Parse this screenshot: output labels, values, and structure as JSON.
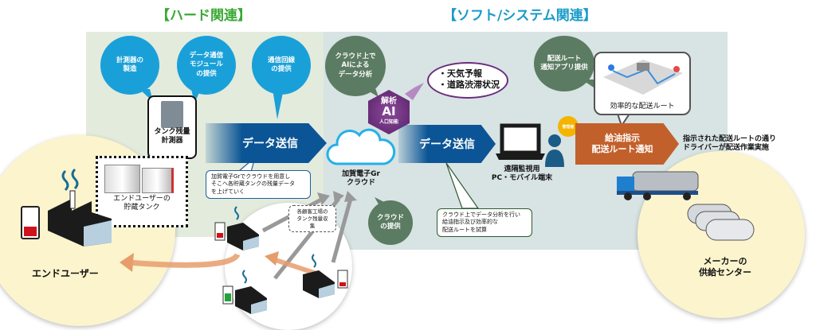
{
  "headings": {
    "hard": "【ハード関連】",
    "soft": "【ソフト/システム関連】"
  },
  "colors": {
    "hard_heading": "#3aa935",
    "soft_heading": "#1a9bc9",
    "blue_bubble": "#1aa0d8",
    "green_bubble": "#5b7b62",
    "data_arrow": "#0b5596",
    "orange_arrow": "#c2602b",
    "ai": "#6a2c7c"
  },
  "hard_bubbles": [
    "計測器の\n製造",
    "データ通信\nモジュール\nの提供",
    "通信回線\nの提供"
  ],
  "meter": {
    "label": "タンク残量\n計測器"
  },
  "tank": {
    "label": "エンドユーザーの\n貯蔵タンク"
  },
  "end_user": {
    "label": "エンドユーザー"
  },
  "arrow1": {
    "label": "データ送信"
  },
  "note1": "加賀電子Grでクラウドを用意し\nそこへ各貯蔵タンクの残量データ\nを上げていく",
  "collect_note": "各顧客工場の\nタンク残量収\n集",
  "cloud": {
    "label": "加賀電子Gr\nクラウド"
  },
  "soft_bubbles": {
    "ai_analysis": "クラウド上で\nAIによる\nデータ分析",
    "cloud_provide": "クラウド\nの提供",
    "app": "配送ルート\n通知アプリ提供"
  },
  "ai": {
    "top": "解析",
    "main": "AI",
    "sub": "人口知能"
  },
  "weather": [
    "・天気予報",
    "・道路渋滞状況"
  ],
  "arrow2": {
    "label": "データ送信"
  },
  "note2": "クラウド上でデータ分析を行い\n給油指示及び効率的な\n配送ルートを試算",
  "pc": {
    "label": "遠隔監視用\nPC・モバイル端末"
  },
  "admin_badge": "管理者",
  "map": {
    "label": "効率的な配送ルート"
  },
  "arrow3": {
    "label": "給油指示\n配送ルート通知"
  },
  "driver_text": "指示された配送ルートの通り\nドライバーが配送作業実施",
  "maker": {
    "label": "メーカーの\n供給センター"
  }
}
